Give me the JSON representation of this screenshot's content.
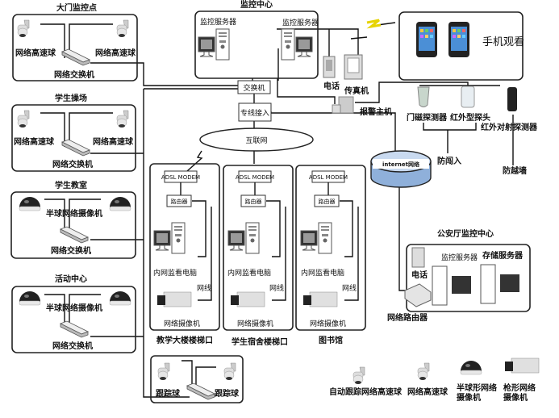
{
  "sites": {
    "gate": {
      "title": "大门监控点",
      "cam_left": "网络高速球",
      "cam_right": "网络高速球",
      "switch": "网络交换机"
    },
    "playground": {
      "title": "学生操场",
      "cam_left": "网络高速球",
      "cam_right": "网络高速球",
      "switch": "网络交换机"
    },
    "classroom": {
      "title": "学生教室",
      "cam": "半球网络摄像机",
      "switch": "网络交换机"
    },
    "activity": {
      "title": "活动中心",
      "cam": "半球网络摄像机",
      "switch": "网络交换机"
    }
  },
  "center": {
    "title": "监控中心",
    "server1": "监控服务器",
    "server2": "监控服务器",
    "switch": "交换机",
    "leased_line": "专线接入",
    "internet_cloud": "互联网",
    "phone": "电话",
    "fax": "传真机",
    "alarm_host": "报警主机"
  },
  "mobile": {
    "label": "手机观看"
  },
  "sensors": {
    "door": "门磁探测器",
    "infrared": "红外型探头",
    "beam": "红外对射探测器",
    "anti_intrusion": "防闯入",
    "anti_climb": "防越墙"
  },
  "internet": {
    "label": "internet网络"
  },
  "buildings": [
    {
      "name": "教学大楼楼梯口",
      "modem": "ADSL MODEM",
      "router": "路由器",
      "pc": "内网监看电脑",
      "cable": "网线",
      "camera": "网络摄像机"
    },
    {
      "name": "学生宿舍楼梯口",
      "modem": "ADSL MODEM",
      "router": "路由器",
      "pc": "内网监看电脑",
      "cable": "网线",
      "camera": "网络摄像机"
    },
    {
      "name": "图书馆",
      "modem": "ADSL MODEM",
      "router": "路由器",
      "pc": "内网监看电脑",
      "cable": "网线",
      "camera": "网络摄像机"
    }
  ],
  "tracking": {
    "left": "跟踪球",
    "right": "跟踪球"
  },
  "police": {
    "title": "公安厅监控中心",
    "phone": "电话",
    "server": "监控服务器",
    "storage": "存储服务器",
    "router": "网络路由器"
  },
  "legend": [
    {
      "label": "自动跟踪网络高速球",
      "icon": "tracking-dome-icon"
    },
    {
      "label": "网络高速球",
      "icon": "speed-dome-icon"
    },
    {
      "label_line1": "半球形网络",
      "label_line2": "摄像机",
      "icon": "half-dome-camera-icon"
    },
    {
      "label_line1": "枪形网络",
      "label_line2": "摄像机",
      "icon": "box-camera-icon"
    }
  ],
  "colors": {
    "lightning": "#f5e400",
    "internet": "#aac4e6"
  }
}
